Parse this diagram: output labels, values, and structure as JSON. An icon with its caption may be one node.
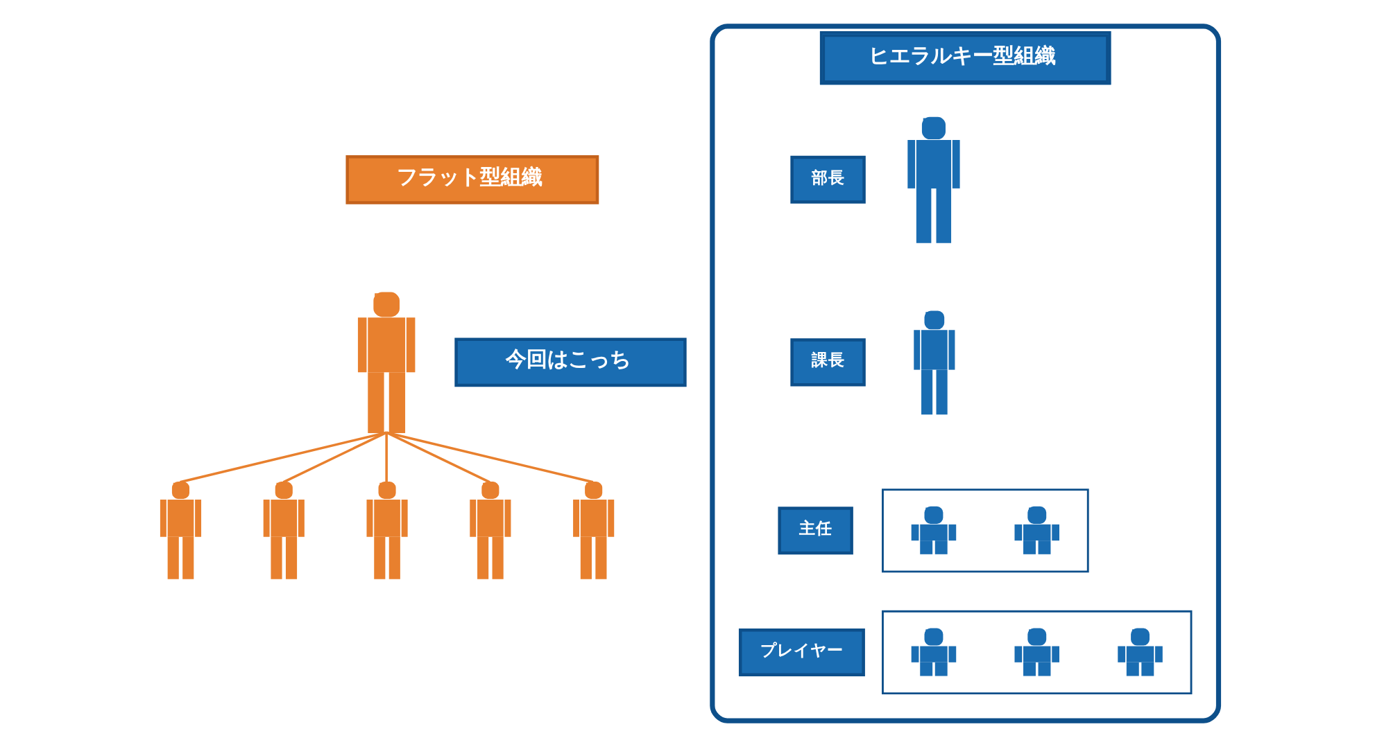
{
  "diagram": {
    "nodes": [
      {
        "text": [
          "フラット型組織"
        ]
      },
      {
        "text": [],
        "shape": "person"
      },
      {
        "text": [],
        "shape": "person"
      },
      {
        "text": [],
        "shape": "person"
      },
      {
        "text": [],
        "shape": "person"
      },
      {
        "text": [],
        "shape": "person"
      },
      {
        "text": [],
        "shape": "person"
      },
      {
        "text": [
          "今回はこっち"
        ]
      },
      {
        "text": [
          "ヒエラルキー型組織"
        ]
      },
      {
        "text": [
          "部長"
        ],
        "in": 8
      },
      {
        "text": [],
        "shape": "person",
        "in": 8
      },
      {
        "text": [
          "課長"
        ],
        "in": 8
      },
      {
        "text": [],
        "shape": "person",
        "in": 8
      },
      {
        "text": [
          "主任"
        ],
        "in": 8
      },
      {
        "text": [],
        "shape": "box",
        "in": 8
      },
      {
        "text": [],
        "shape": "baby",
        "in": 14
      },
      {
        "text": [],
        "shape": "baby",
        "in": 14
      },
      {
        "text": [
          "プレイヤー"
        ],
        "in": 8
      },
      {
        "text": [],
        "shape": "box",
        "in": 8
      },
      {
        "text": [],
        "shape": "baby",
        "in": 18
      },
      {
        "text": [],
        "shape": "baby",
        "in": 18
      },
      {
        "text": [],
        "shape": "baby",
        "in": 18
      }
    ],
    "edges": [
      {
        "from": 1,
        "to": 2,
        "arrow": "none"
      },
      {
        "from": 1,
        "to": 3,
        "arrow": "none"
      },
      {
        "from": 1,
        "to": 4,
        "arrow": "none"
      },
      {
        "from": 1,
        "to": 5,
        "arrow": "none"
      },
      {
        "from": 1,
        "to": 6,
        "arrow": "none"
      }
    ]
  }
}
